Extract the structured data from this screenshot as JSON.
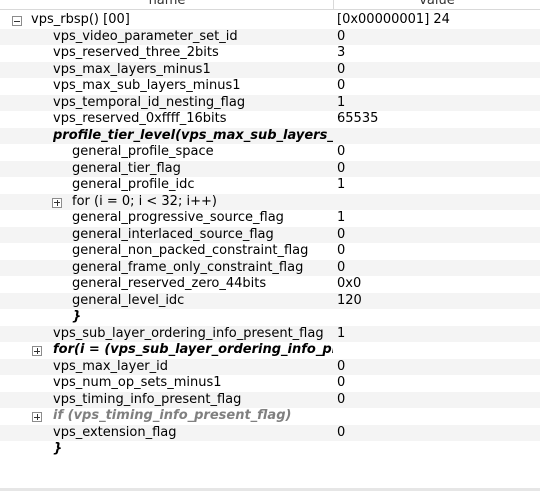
{
  "header": {
    "name_label": "name",
    "value_label": "value"
  },
  "rows": [
    {
      "name": "vps_rbsp() [00]",
      "value": "[0x00000001] 24"
    },
    {
      "name": "vps_video_parameter_set_id",
      "value": "0"
    },
    {
      "name": "vps_reserved_three_2bits",
      "value": "3"
    },
    {
      "name": "vps_max_layers_minus1",
      "value": "0"
    },
    {
      "name": "vps_max_sub_layers_minus1",
      "value": "0"
    },
    {
      "name": "vps_temporal_id_nesting_flag",
      "value": "1"
    },
    {
      "name": "vps_reserved_0xffff_16bits",
      "value": "65535"
    },
    {
      "name": "profile_tier_level(vps_max_sub_layers_minus",
      "value": ""
    },
    {
      "name": "general_profile_space",
      "value": "0"
    },
    {
      "name": "general_tier_flag",
      "value": "0"
    },
    {
      "name": "general_profile_idc",
      "value": "1"
    },
    {
      "name": "for (i = 0; i < 32; i++)",
      "value": ""
    },
    {
      "name": "general_progressive_source_flag",
      "value": "1"
    },
    {
      "name": "general_interlaced_source_flag",
      "value": "0"
    },
    {
      "name": "general_non_packed_constraint_flag",
      "value": "0"
    },
    {
      "name": "general_frame_only_constraint_flag",
      "value": "0"
    },
    {
      "name": "general_reserved_zero_44bits",
      "value": "0x0"
    },
    {
      "name": "general_level_idc",
      "value": "120"
    },
    {
      "name": "}",
      "value": ""
    },
    {
      "name": "vps_sub_layer_ordering_info_present_flag",
      "value": "1"
    },
    {
      "name": "for(i = (vps_sub_layer_ordering_info_presen",
      "value": ""
    },
    {
      "name": "vps_max_layer_id",
      "value": "0"
    },
    {
      "name": "vps_num_op_sets_minus1",
      "value": "0"
    },
    {
      "name": "vps_timing_info_present_flag",
      "value": "0"
    },
    {
      "name": "if (vps_timing_info_present_flag)",
      "value": ""
    },
    {
      "name": "vps_extension_flag",
      "value": "0"
    },
    {
      "name": "}",
      "value": ""
    }
  ]
}
